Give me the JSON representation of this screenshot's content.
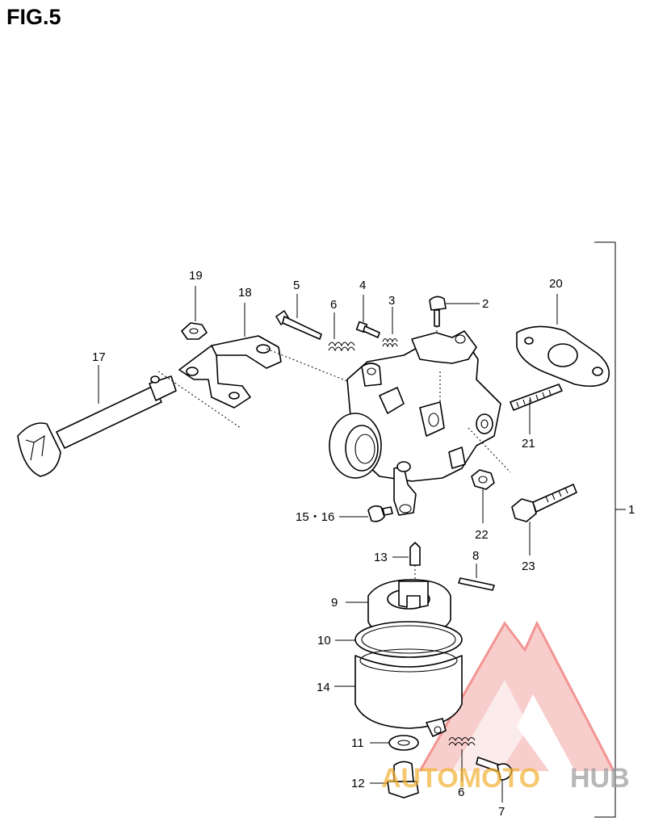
{
  "figure": {
    "title": "FIG.5"
  },
  "callouts": {
    "c1": "1",
    "c2": "2",
    "c3": "3",
    "c4": "4",
    "c5": "5",
    "c6_top": "6",
    "c6_bottom": "6",
    "c7": "7",
    "c8": "8",
    "c9": "9",
    "c10": "10",
    "c11": "11",
    "c12": "12",
    "c13": "13",
    "c14": "14",
    "c15_16": "15・16",
    "c17": "17",
    "c18": "18",
    "c19": "19",
    "c20": "20",
    "c21": "21",
    "c22": "22",
    "c23": "23"
  },
  "watermark": {
    "part1": "AUTOMOTO",
    "part2": "HUB",
    "color_primary": "#e8403b",
    "color_secondary": "#f2b233",
    "color_gray": "#9a9a9a"
  }
}
